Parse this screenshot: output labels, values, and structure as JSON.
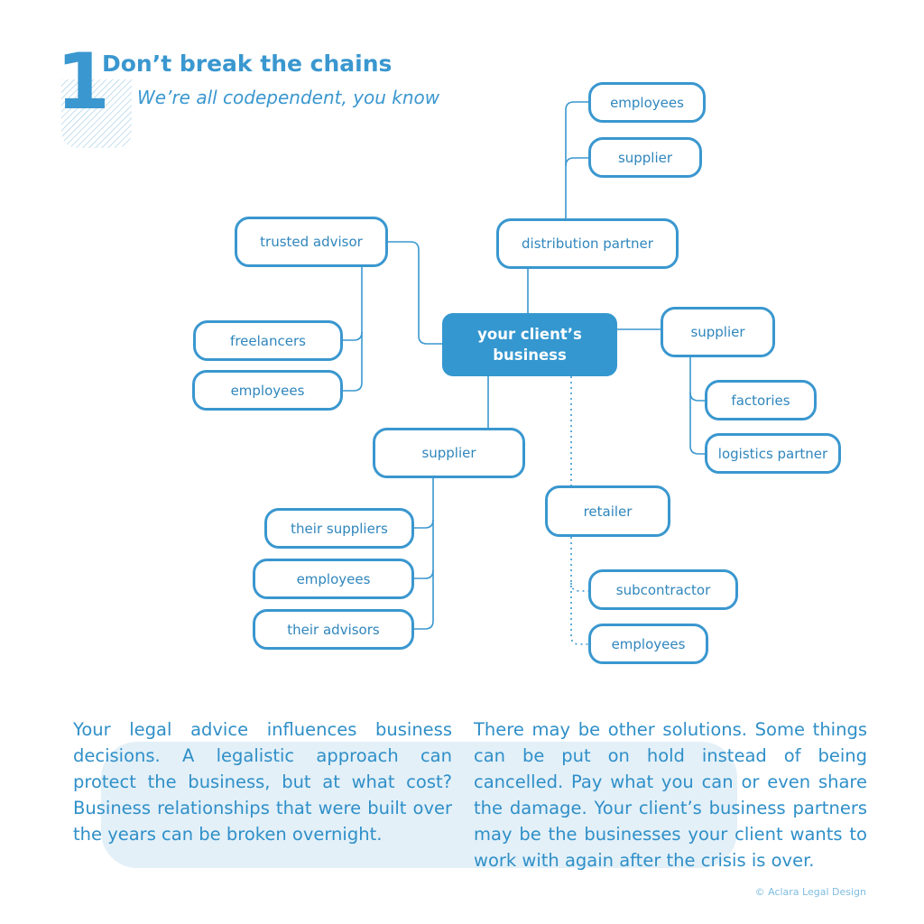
{
  "header": {
    "number": "1",
    "title": "Don’t break the chains",
    "subtitle": "We’re all codependent, you know"
  },
  "nodes": {
    "center": "your client’s business",
    "trusted_advisor": "trusted advisor",
    "freelancers": "freelancers",
    "employees_advisor": "employees",
    "distribution_partner": "distribution partner",
    "employees_distribution": "employees",
    "supplier_distribution": "supplier",
    "supplier_right": "supplier",
    "factories": "factories",
    "logistics_partner": "logistics partner",
    "supplier_bottom": "supplier",
    "their_suppliers": "their suppliers",
    "employees_supplier": "employees",
    "their_advisors": "their advisors",
    "retailer": "retailer",
    "subcontractor": "subcontractor",
    "employees_retailer": "employees"
  },
  "body": {
    "left": "Your legal advice influences business decisions. A legalistic approach can protect the business, but at what cost? Business relationships that were built over the years can be broken overnight.",
    "right": "There may be other solutions. Some things can be put on hold instead of being cancelled. Pay what you can or even share the damage. Your client’s business partners may be the businesses your client wants to work with again after the crisis is over."
  },
  "footer": {
    "copyright": "© Aclara Legal Design"
  },
  "colors": {
    "accent": "#3a97cf",
    "center_fill": "#3497cf",
    "text_bg": "#e3f0f8"
  }
}
